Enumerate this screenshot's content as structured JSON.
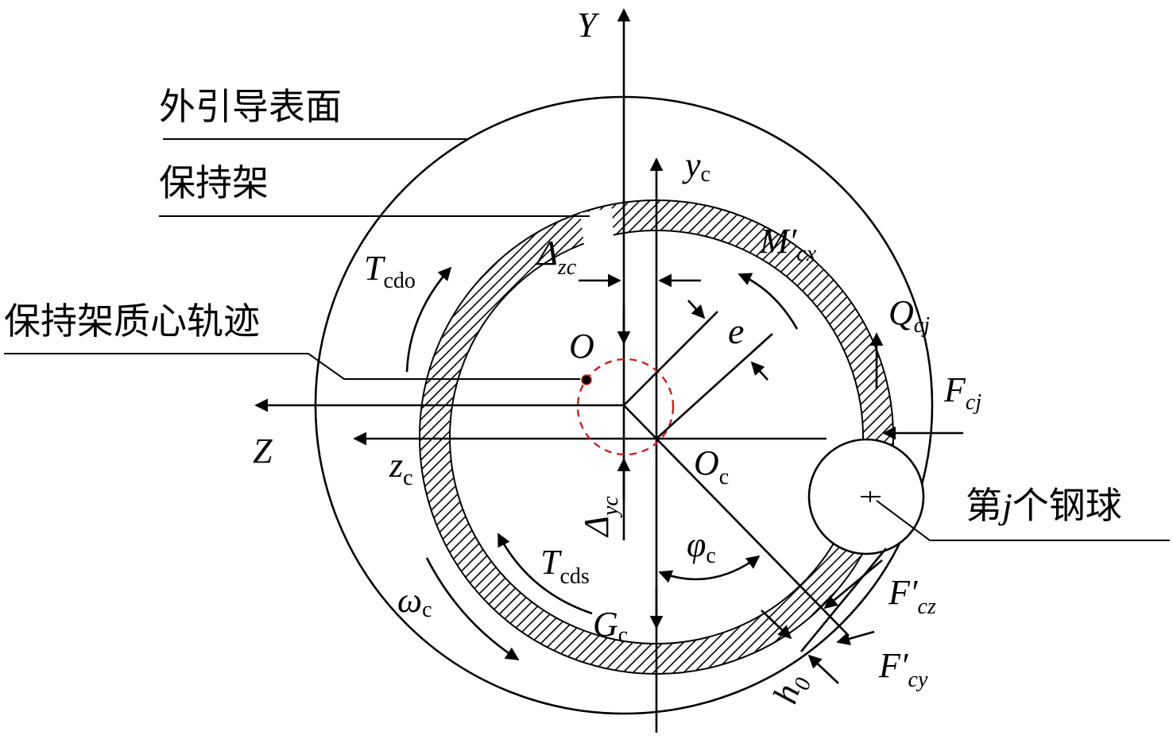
{
  "labels": {
    "outer_guide_surface": "外引导表面",
    "cage": "保持架",
    "cage_cm_trajectory": "保持架质心轨迹",
    "ball_prefix": "第",
    "ball_index": "j",
    "ball_suffix": "个钢球"
  },
  "symbols": {
    "Y": "Y",
    "Z": "Z",
    "O": "O",
    "yc": {
      "main": "y",
      "sub": "c"
    },
    "zc": {
      "main": "z",
      "sub": "c"
    },
    "Oc": {
      "main": "O",
      "sub": "c"
    },
    "Tcdo": {
      "main": "T",
      "sub": "cdo"
    },
    "Tcds": {
      "main": "T",
      "sub": "cds"
    },
    "delta_zc": {
      "main": "Δ",
      "sub": "zc"
    },
    "delta_yc": {
      "main": "Δ",
      "sub": "yc"
    },
    "Mcx": {
      "main": "M′",
      "sub": "cx"
    },
    "e": "e",
    "Qcj": {
      "main": "Q",
      "sub": "cj"
    },
    "Fcj": {
      "main": "F",
      "sub": "cj"
    },
    "phi_c": {
      "main": "φ",
      "sub": "c"
    },
    "omega_c": {
      "main": "ω",
      "sub": "c"
    },
    "Gc": {
      "main": "G",
      "sub": "c"
    },
    "Fcz": {
      "main": "F′",
      "sub": "cz"
    },
    "Fcy": {
      "main": "F′",
      "sub": "cy"
    },
    "h0": "h",
    "h0_sub": "0"
  },
  "colors": {
    "stroke": "#000000",
    "trajectory": "#cc1f1f",
    "hatch_fill": "#ffffff"
  }
}
